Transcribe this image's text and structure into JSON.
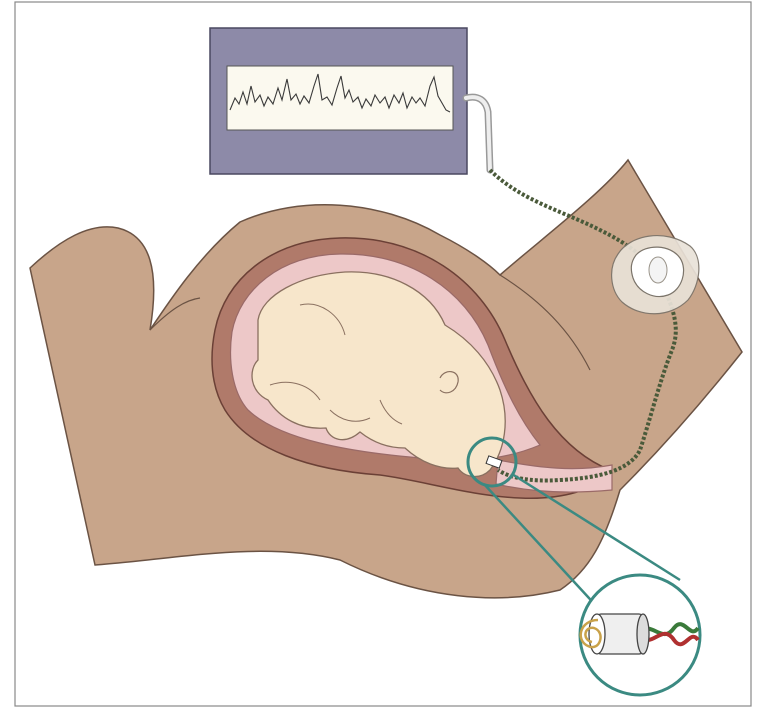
{
  "figure": {
    "title": "",
    "caption": ""
  },
  "components": {
    "monitor": {
      "icon": "fetal-monitor-screen"
    },
    "trace": {
      "icon": "heart-rate-trace",
      "color": "#3a3a3a"
    },
    "cable": {
      "icon": "electrode-wire",
      "color": "#4a5a3a"
    },
    "leg_plate": {
      "icon": "leg-plate-electrode"
    },
    "mother": {
      "icon": "maternal-body",
      "color": "#c8a58a"
    },
    "uterus": {
      "icon": "uterus-wall",
      "color": "#b07a6a"
    },
    "fetus": {
      "icon": "fetus",
      "color": "#f7e6cb"
    },
    "scalp_electrode": {
      "icon": "scalp-electrode"
    },
    "magnifier": {
      "icon": "zoom-circle",
      "color": "#3b8a82"
    },
    "spiral_electrode": {
      "icon": "spiral-electrode-closeup"
    }
  }
}
